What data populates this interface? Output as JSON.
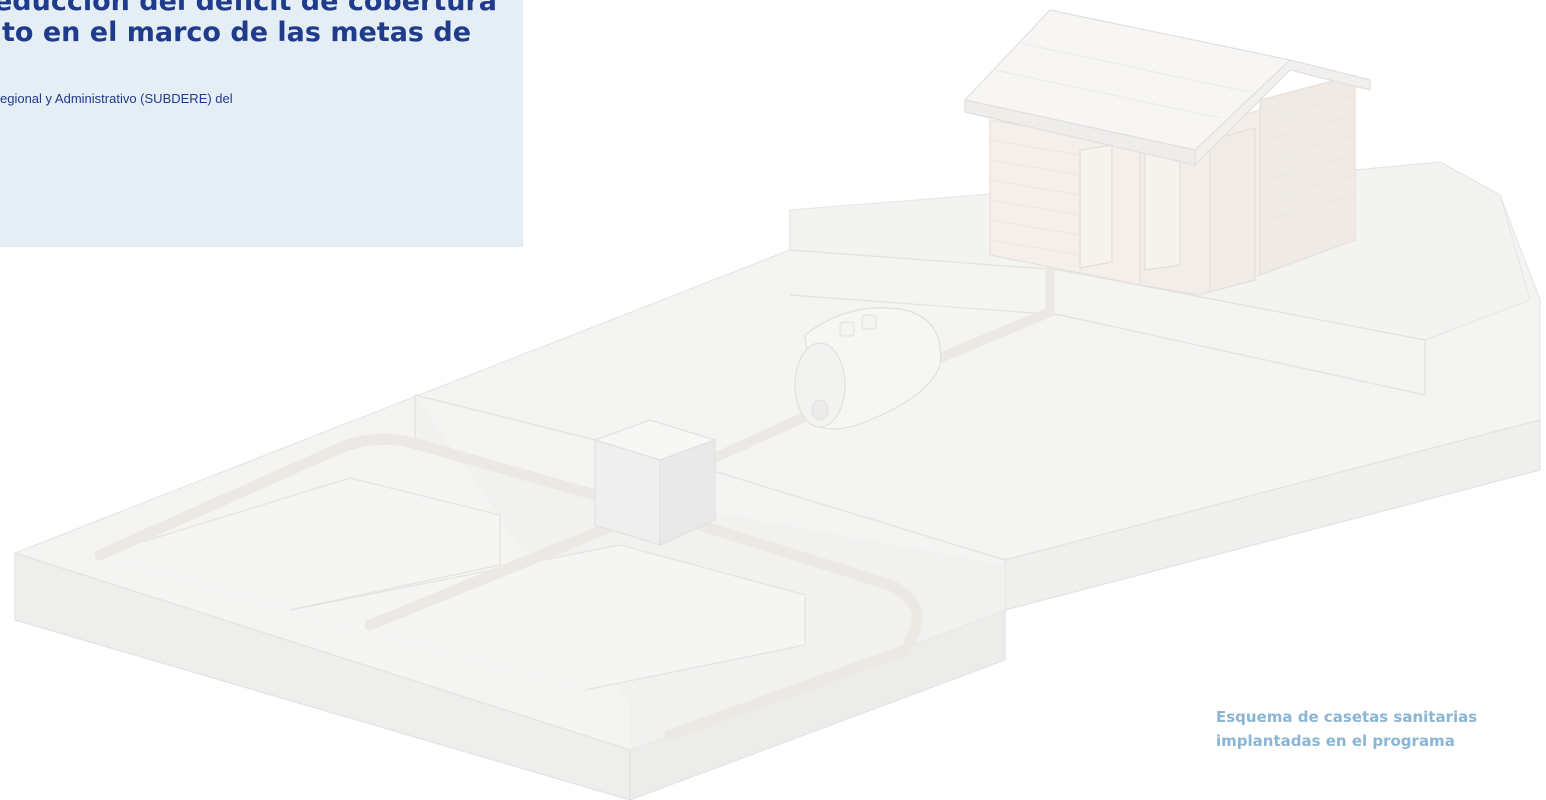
{
  "intro": {
    "title_line_1": "educción del déficit de cobertura",
    "title_line_2": "to en el marco de las metas de",
    "body_line_1": "egional y Administrativo (SUBDERE) del"
  },
  "figure": {
    "caption_line_1": "Esquema de casetas sanitarias",
    "caption_line_2": "implantadas en el programa"
  },
  "colors": {
    "panel_background": "#e5edf5",
    "title_text": "#1f3b8c",
    "caption_text": "#8ab6d6",
    "illustration_fill": "#f2f2f1",
    "illustration_line": "#e3e3e1",
    "pipe_fill": "#ebe8e3"
  }
}
